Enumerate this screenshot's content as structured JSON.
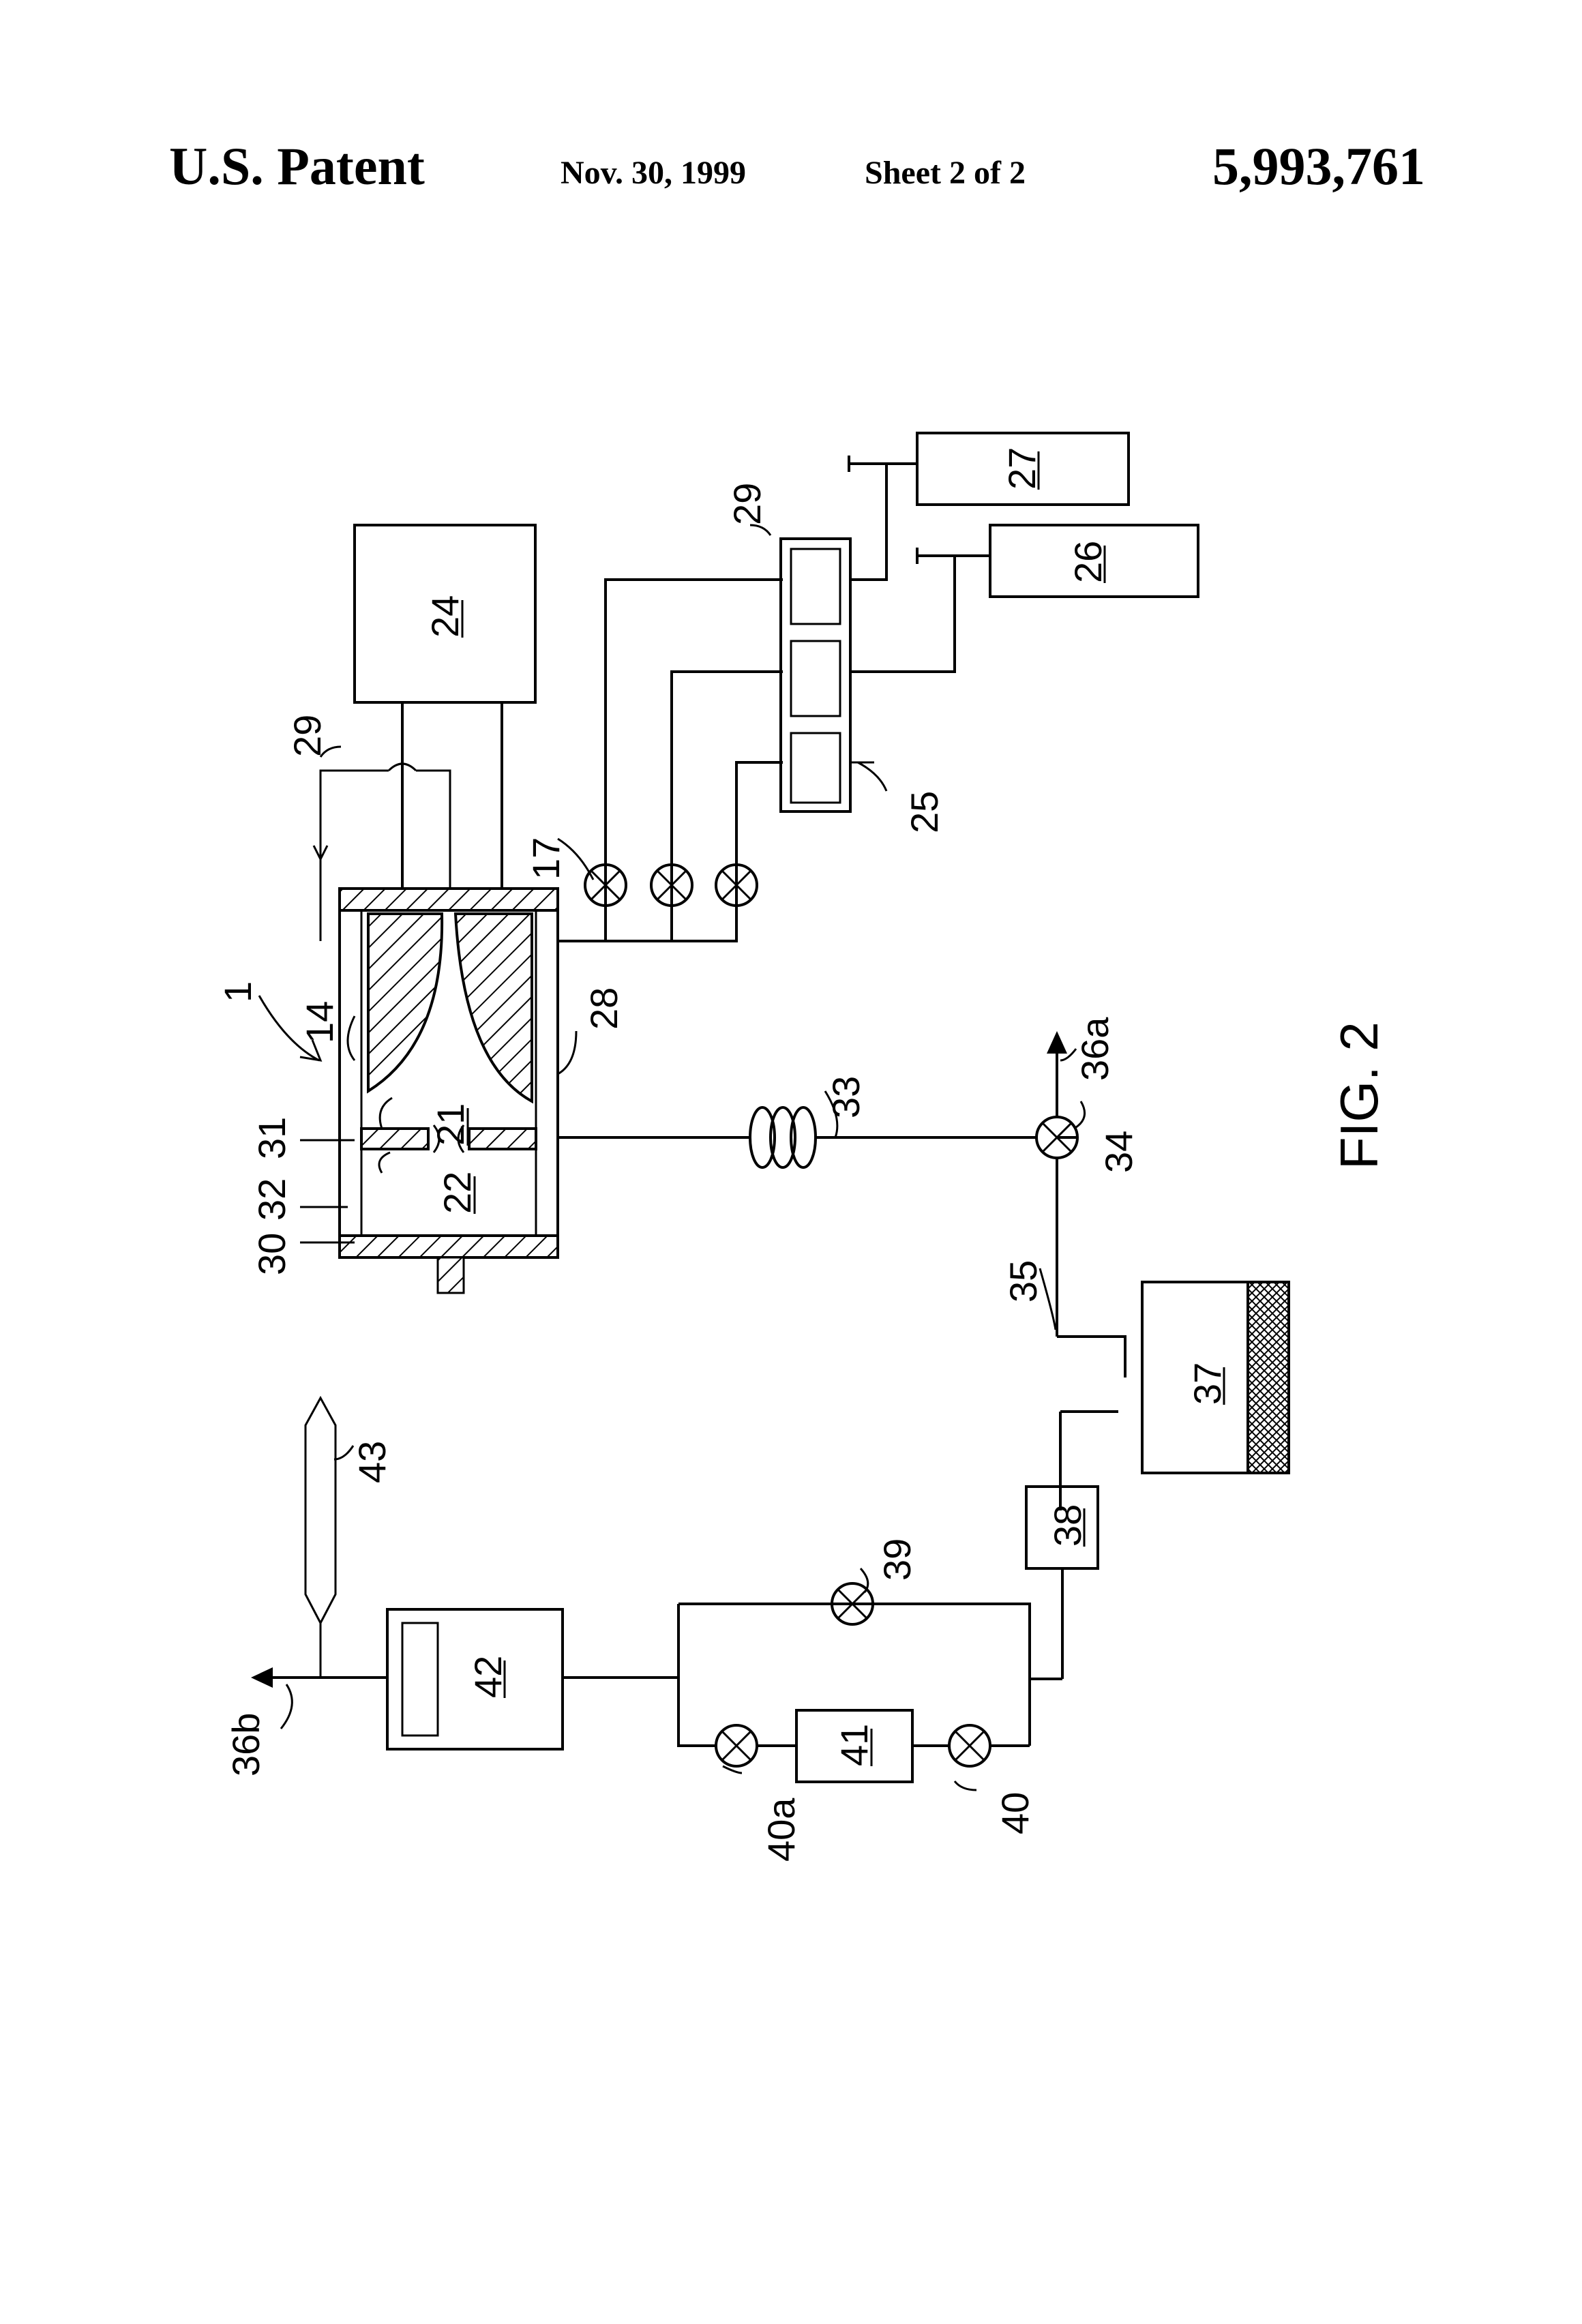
{
  "header": {
    "left": "U.S. Patent",
    "date": "Nov. 30, 1999",
    "sheet": "Sheet 2 of 2",
    "patent_number": "5,993,761"
  },
  "figure": {
    "caption": "FIG. 2",
    "labels": {
      "l1": "1",
      "l14": "14",
      "l17": "17",
      "l21": "21",
      "l22": "22",
      "l24": "24",
      "l25": "25",
      "l26": "26",
      "l27": "27",
      "l28": "28",
      "l29a": "29",
      "l29b": "29",
      "l30": "30",
      "l31": "31",
      "l32": "32",
      "l33": "33",
      "l34": "34",
      "l35": "35",
      "l36a": "36a",
      "l36b": "36b",
      "l37": "37",
      "l38": "38",
      "l39": "39",
      "l40": "40",
      "l40a": "40a",
      "l41": "41",
      "l42": "42",
      "l43": "43"
    }
  }
}
